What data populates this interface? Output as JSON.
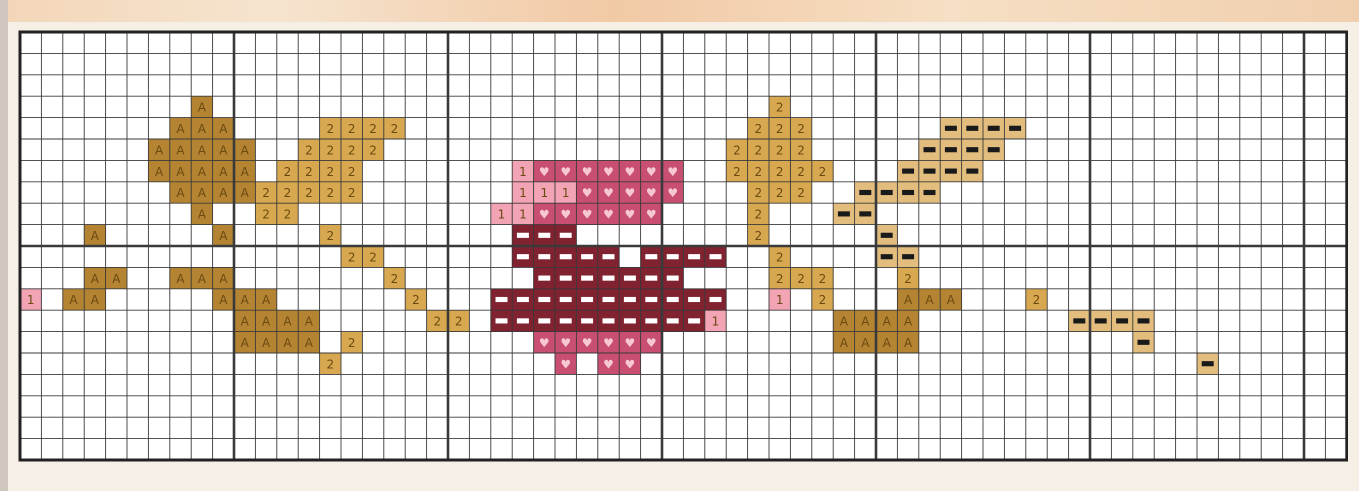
{
  "pattern": {
    "cols": 62,
    "rows": 20,
    "section_every": 10,
    "colors": {
      "grid": "#3a3a3a",
      "thick": "#222222",
      "bg": "#ffffff",
      "A": "#b48433",
      "2": "#d7a84f",
      "1": "#f2a3b4",
      "P": "#c84f72",
      "D": "#80222f",
      "T": "#e3bd7d",
      "symbol_on_light": "#6b4a10",
      "symbol_on_dark": "#ffffff"
    },
    "legend_symbols": {
      "A": "A",
      "2": "2",
      "1": "1",
      "P": "♥",
      "D": "▬",
      "T": "▬"
    },
    "grid_rows": [
      "..............................................................",
      "..............................................................",
      "..............................................................",
      "........A..........................2..........................",
      ".......AAA....2222................222......TTTT...............",
      "......AAAAA..2222................2222.....TTTT................",
      "......AAAAA.2222.......1PPPPPPP..22222...TTTT.................",
      ".......AAAA22222.......111PPPPP...222..TTTT....................",
      "........A..22.........11PPPPPP....2...TT......................",
      "...A.....A....2........DDD........2.....T.....................",
      "...............22......DDDDD.DDDD..2....TT.....................",
      "...AA..AAA.......2......DDDDDDD....222...2.....................",
      "1.AA.....AAA......2...DDDDDDDDDDD..1.2...AAA...2...............",
      "..........AAAA.....22.DDDDDDDDDD1.....AAAA.......TTTT..........",
      "..........AAAA.2........PPPPPP........AAAA..........T..........",
      "..............2..........P.PP..........................T.......",
      "..............................................................",
      "..............................................................",
      "..............................................................",
      ".............................................................."
    ]
  }
}
